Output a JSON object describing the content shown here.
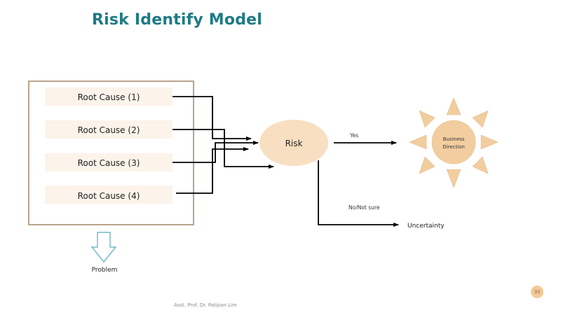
{
  "slide": {
    "title": "Risk Identify Model",
    "footer": "Asst. Prof. Dr. Patipan Lim",
    "page_number": "33"
  },
  "diagram": {
    "root_causes": [
      {
        "label": "Root Cause (1)"
      },
      {
        "label": "Root Cause (2)"
      },
      {
        "label": "Root Cause (3)"
      },
      {
        "label": "Root Cause (4)"
      }
    ],
    "center_node": {
      "label": "Risk"
    },
    "yes_branch": {
      "label": "Yes"
    },
    "no_branch": {
      "label": "No/Not sure",
      "target": "Uncertainty"
    },
    "goal_node": {
      "line1": "Business",
      "line2": "Direction"
    },
    "problem_label": "Problem",
    "colors": {
      "title": "#1f7a86",
      "box_border": "#b9a48a",
      "cause_fill": "#fcf3ea",
      "node_fill": "#f8dfc1",
      "sun_fill": "#f2cd9f",
      "arrow_outline": "#5aaabb",
      "line": "#000000"
    }
  }
}
